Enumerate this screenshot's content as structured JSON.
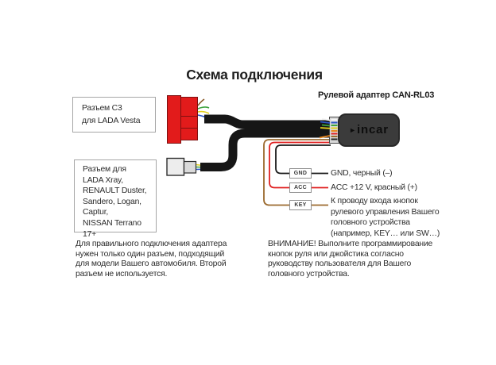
{
  "title": "Схема подключения",
  "connectors": {
    "c3": {
      "label": "Разъем C3\nдля LADA Vesta"
    },
    "multi": {
      "label": "Разъем для\nLADA Xray,\nRENAULT Duster,\nSandero, Logan,\nCaptur,\nNISSAN Terrano 17+"
    }
  },
  "adapter": {
    "label": "Рулевой адаптер CAN-RL03",
    "logo_play_glyph": "►",
    "logo_text": "incar",
    "body_color": "#3b3b3b"
  },
  "wires": {
    "gnd": {
      "tag": "GND",
      "color": "#1a1a1a",
      "description": "GND, черный (–)"
    },
    "acc": {
      "tag": "ACC",
      "color": "#e02222",
      "description": "ACC +12 V, красный (+)"
    },
    "key": {
      "tag": "KEY",
      "color": "#9b6a2e",
      "description": "К проводу входа кнопок\nрулевого управления Вашего\nголовного устройства\n(например, KEY… или SW…)"
    }
  },
  "notes": {
    "left": "Для правильного подключения адаптера\nнужен только один разъем, подходящий\nдля модели Вашего автомобиля. Второй\nразъем не используется.",
    "right": "ВНИМАНИЕ! Выполните программирование\nкнопок руля или джойстика согласно\nруководству пользователя для Вашего\nголовного устройства."
  },
  "palette": {
    "connector_red": "#e21b1b",
    "connector_gray": "#ededed",
    "cable_black": "#161616",
    "wire_brown": "#9b6a2e",
    "wire_red": "#e02222",
    "wire_green": "#3fa33f",
    "wire_yellow": "#e3cf1e",
    "wire_blue": "#2d55c8",
    "wire_orange": "#e8861e",
    "wire_white": "#f2f2f2"
  }
}
